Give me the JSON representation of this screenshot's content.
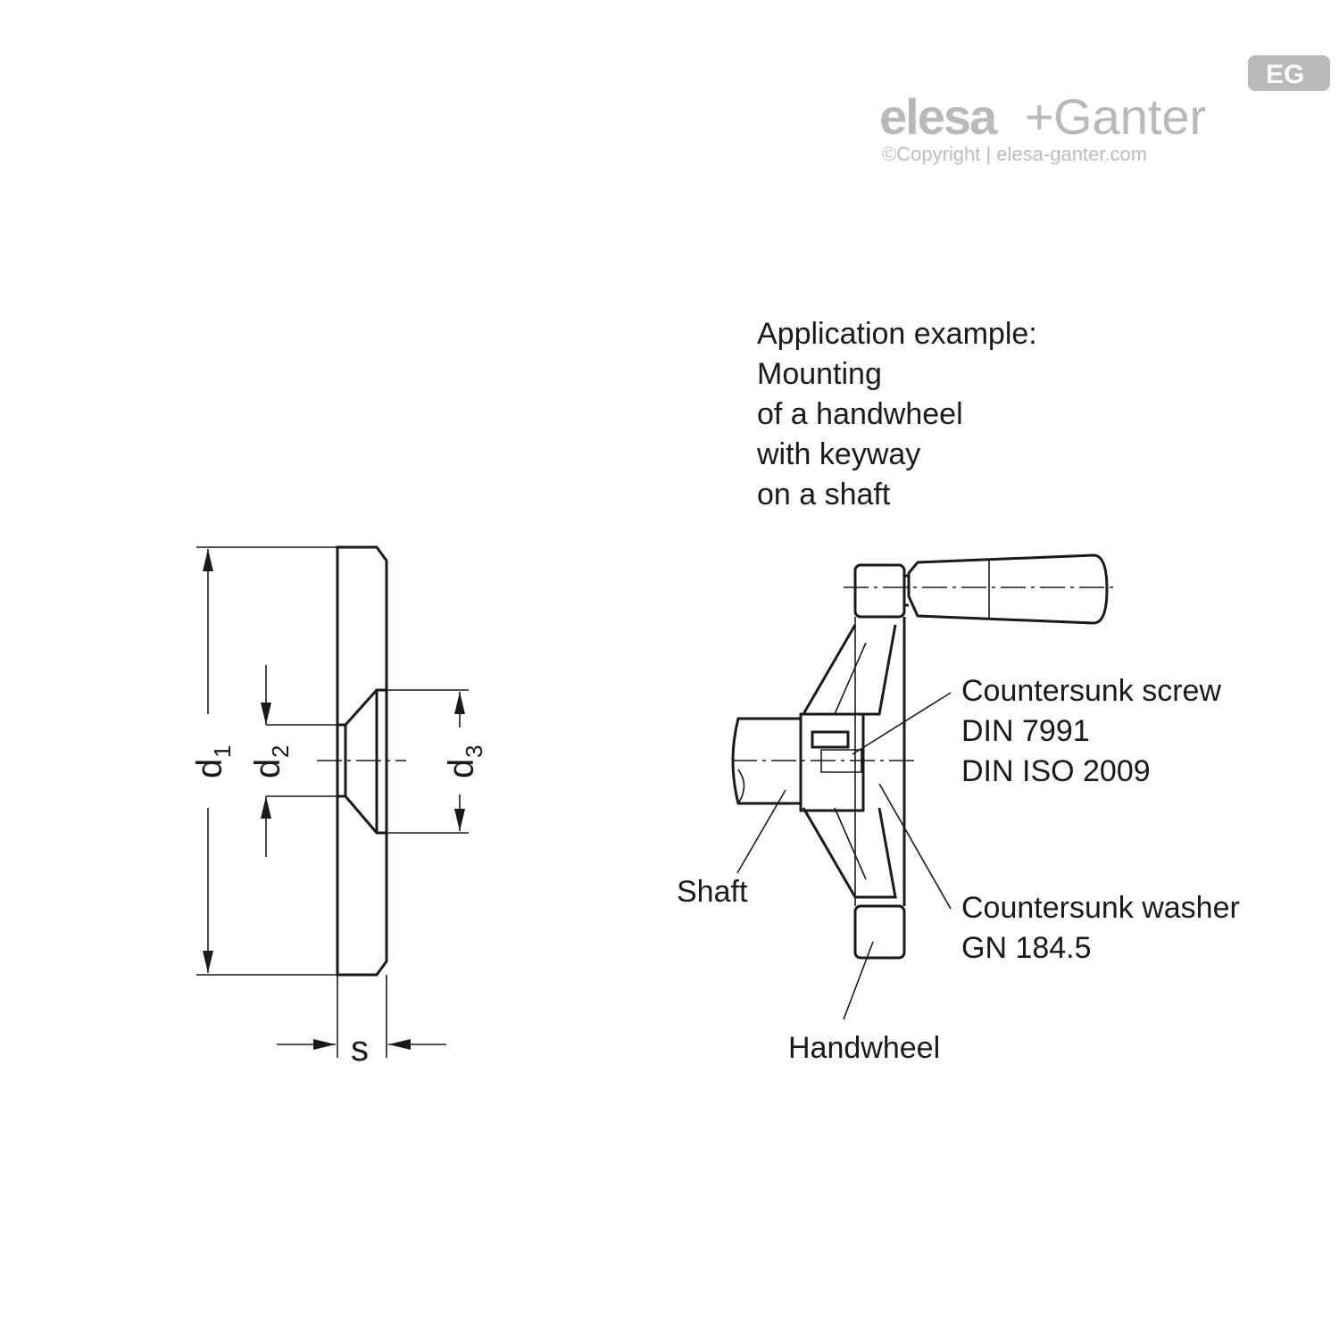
{
  "logo": {
    "brand_left": "elesa",
    "brand_plus": "+",
    "brand_right": "Ganter",
    "badge": "EG",
    "copyright": "©Copyright | elesa-ganter.com"
  },
  "washer_dims": {
    "d1": "d",
    "d1_sub": "1",
    "d2": "d",
    "d2_sub": "2",
    "d3": "d",
    "d3_sub": "3",
    "s": "s"
  },
  "application": {
    "lines": [
      "Application example:",
      "Mounting",
      "of a handwheel",
      "with keyway",
      "on a shaft"
    ]
  },
  "callouts": {
    "screw": [
      "Countersunk screw",
      "DIN 7991",
      "DIN ISO 2009"
    ],
    "washer": [
      "Countersunk washer",
      "GN 184.5"
    ],
    "shaft": "Shaft",
    "handwheel": "Handwheel"
  }
}
